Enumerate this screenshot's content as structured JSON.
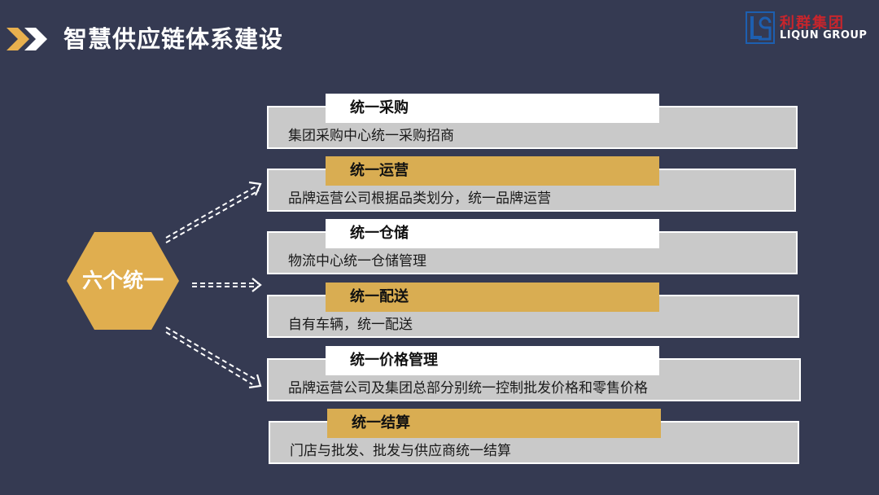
{
  "header": {
    "title": "智慧供应链体系建设",
    "chevron_color": "#e8b04e"
  },
  "logo": {
    "name_cn": "利群集团",
    "name_en": "LIQUN GROUP",
    "brand_color": "#c8252c"
  },
  "center": {
    "label": "六个统一",
    "color": "#e0ae4f"
  },
  "items": [
    {
      "title": "统一采购",
      "desc": "集团采购中心统一采购招商",
      "tab_style": "white"
    },
    {
      "title": "统一运营",
      "desc": "品牌运营公司根据品类划分，统一品牌运营",
      "tab_style": "gold"
    },
    {
      "title": "统一仓储",
      "desc": "物流中心统一仓储管理",
      "tab_style": "white"
    },
    {
      "title": "统一配送",
      "desc": "自有车辆，统一配送",
      "tab_style": "gold"
    },
    {
      "title": "统一价格管理",
      "desc": "品牌运营公司及集团总部分别统一控制批发价格和零售价格",
      "tab_style": "white"
    },
    {
      "title": "统一结算",
      "desc": "门店与批发、批发与供应商统一结算",
      "tab_style": "gold"
    }
  ],
  "colors": {
    "background": "#353a52",
    "gold": "#d9ad52",
    "box_gray": "#c9c9c9"
  }
}
